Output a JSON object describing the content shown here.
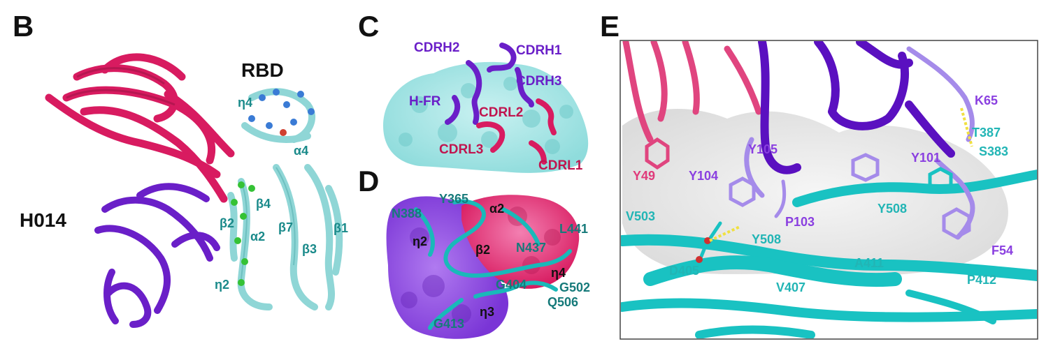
{
  "panels": {
    "B": {
      "letter": "B",
      "rbd_title": "RBD",
      "antibody_title": "H014",
      "labels": [
        "η4",
        "α4",
        "β4",
        "β2",
        "β7",
        "β1",
        "α2",
        "β3",
        "η2"
      ]
    },
    "C": {
      "letter": "C",
      "labels": [
        "CDRH2",
        "CDRH1",
        "CDRH3",
        "H-FR",
        "CDRL2",
        "CDRL3",
        "CDRL1"
      ]
    },
    "D": {
      "letter": "D",
      "labels": [
        "Y365",
        "α2",
        "N388",
        "η2",
        "L441",
        "β2",
        "N437",
        "η4",
        "G404",
        "G502",
        "Q506",
        "η3",
        "G413"
      ]
    },
    "E": {
      "letter": "E",
      "labels": [
        "K65",
        "T387",
        "S383",
        "Y105",
        "Y101",
        "Y49",
        "Y104",
        "Y508",
        "V503",
        "P103",
        "Y508",
        "F54",
        "D405",
        "A411",
        "V407",
        "P412"
      ]
    }
  },
  "colors": {
    "heavy_chain": "#6a1fc8",
    "light_chain": "#d81b60",
    "rbd": "#7fd6d6",
    "rbd_label": "#1a8a8a",
    "e_rbd_label": "#22b5b5",
    "e_heavy_label": "#8a3fe0",
    "e_light_label": "#e03a7a"
  }
}
